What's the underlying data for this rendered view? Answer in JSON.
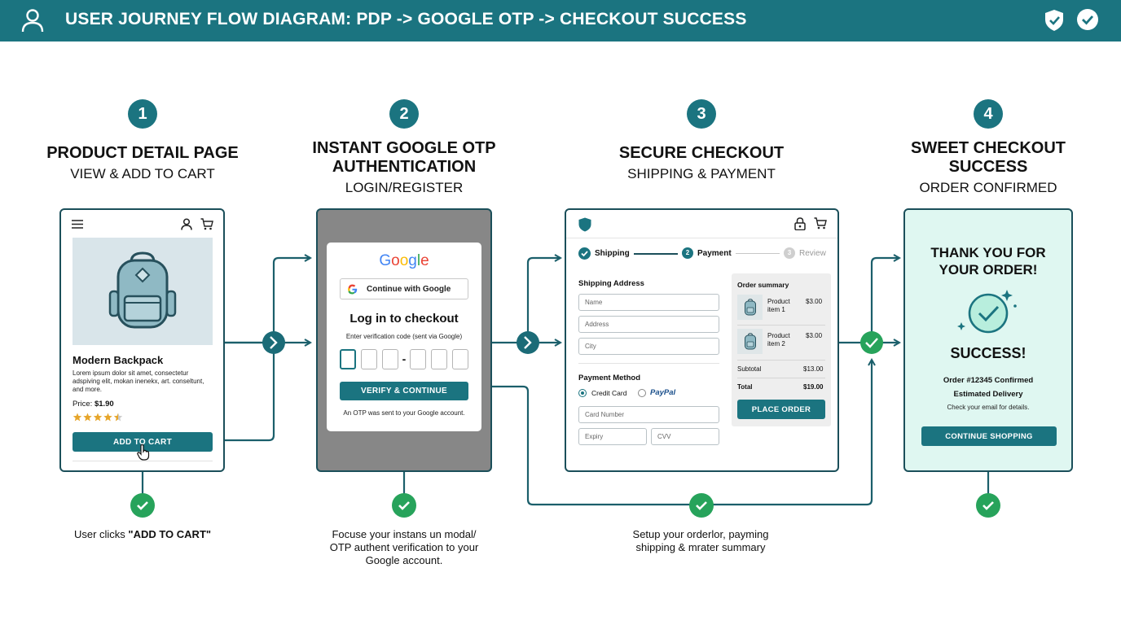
{
  "header": {
    "title": "USER JOURNEY FLOW DIAGRAM:  PDP -> GOOGLE OTP -> CHECKOUT SUCCESS",
    "left_icon": "user-icon",
    "right_icons": [
      "shield-check-icon",
      "check-circle-icon"
    ]
  },
  "steps": [
    {
      "number": "1",
      "title": "PRODUCT DETAIL PAGE",
      "subtitle": "VIEW & ADD TO CART"
    },
    {
      "number": "2",
      "title": "INSTANT GOOGLE OTP AUTHENTICATION",
      "subtitle": "LOGIN/REGISTER"
    },
    {
      "number": "3",
      "title": "SECURE CHECKOUT",
      "subtitle": "SHIPPING & PAYMENT"
    },
    {
      "number": "4",
      "title": "SWEET CHECKOUT SUCCESS",
      "subtitle": "ORDER CONFIRMED"
    }
  ],
  "pdp": {
    "product_name": "Modern Backpack",
    "description": "Lorem ipsum dolor sit amet, consectetur adspiving elit, mokan inenekx, art. conseltunt, and more.",
    "price_label": "Price: ",
    "price_value": "$1.90",
    "rating": 4.5,
    "rating_max": 5,
    "add_to_cart": "ADD TO CART"
  },
  "otp": {
    "brand": "Google",
    "continue_google": "Continue with Google",
    "heading": "Log in to checkout",
    "instruction": "Enter verification code (sent via Google)",
    "separator": "-",
    "verify_button": "VERIFY & CONTINUE",
    "footer_note": "An OTP was sent to your Google account."
  },
  "checkout": {
    "stepper": {
      "shipping": "Shipping",
      "payment_num": "2",
      "payment": "Payment",
      "review_num": "3",
      "review": "Review"
    },
    "shipping_heading": "Shipping Address",
    "name_placeholder": "Name",
    "address_placeholder": "Address",
    "city_placeholder": "City",
    "payment_heading": "Payment Method",
    "credit_card": "Credit Card",
    "paypal": "PayPal",
    "card_number_placeholder": "Card Number",
    "expiry_placeholder": "Expiry",
    "cvv_placeholder": "CVV",
    "summary_heading": "Order summary",
    "items": [
      {
        "name_line1": "Product",
        "name_line2": "item 1",
        "price": "$3.00"
      },
      {
        "name_line1": "Product",
        "name_line2": "item 2",
        "price": "$3.00"
      }
    ],
    "subtotal_label": "Subtotal",
    "subtotal_value": "$13.00",
    "total_label": "Total",
    "total_value": "$19.00",
    "place_order": "PLACE ORDER"
  },
  "success": {
    "thank_you": "THANK YOU FOR YOUR ORDER!",
    "status": "SUCCESS!",
    "order_line": "Order #12345 Confirmed",
    "delivery_line": "Estimated Delivery",
    "email_note": "Check your email for details.",
    "continue_button": "CONTINUE SHOPPING"
  },
  "captions": {
    "c1_prefix": "User clicks ",
    "c1_bold": "\"ADD TO CART\"",
    "c2": "Focuse your instans un modal/ OTP authent verification to your Google account.",
    "c3": "Setup your orderlor, payming shipping & mrater summary"
  },
  "colors": {
    "teal": "#1b7480",
    "dark_teal": "#1b4f5a",
    "success_green": "#27a35b",
    "success_bg": "#dff7f1"
  }
}
